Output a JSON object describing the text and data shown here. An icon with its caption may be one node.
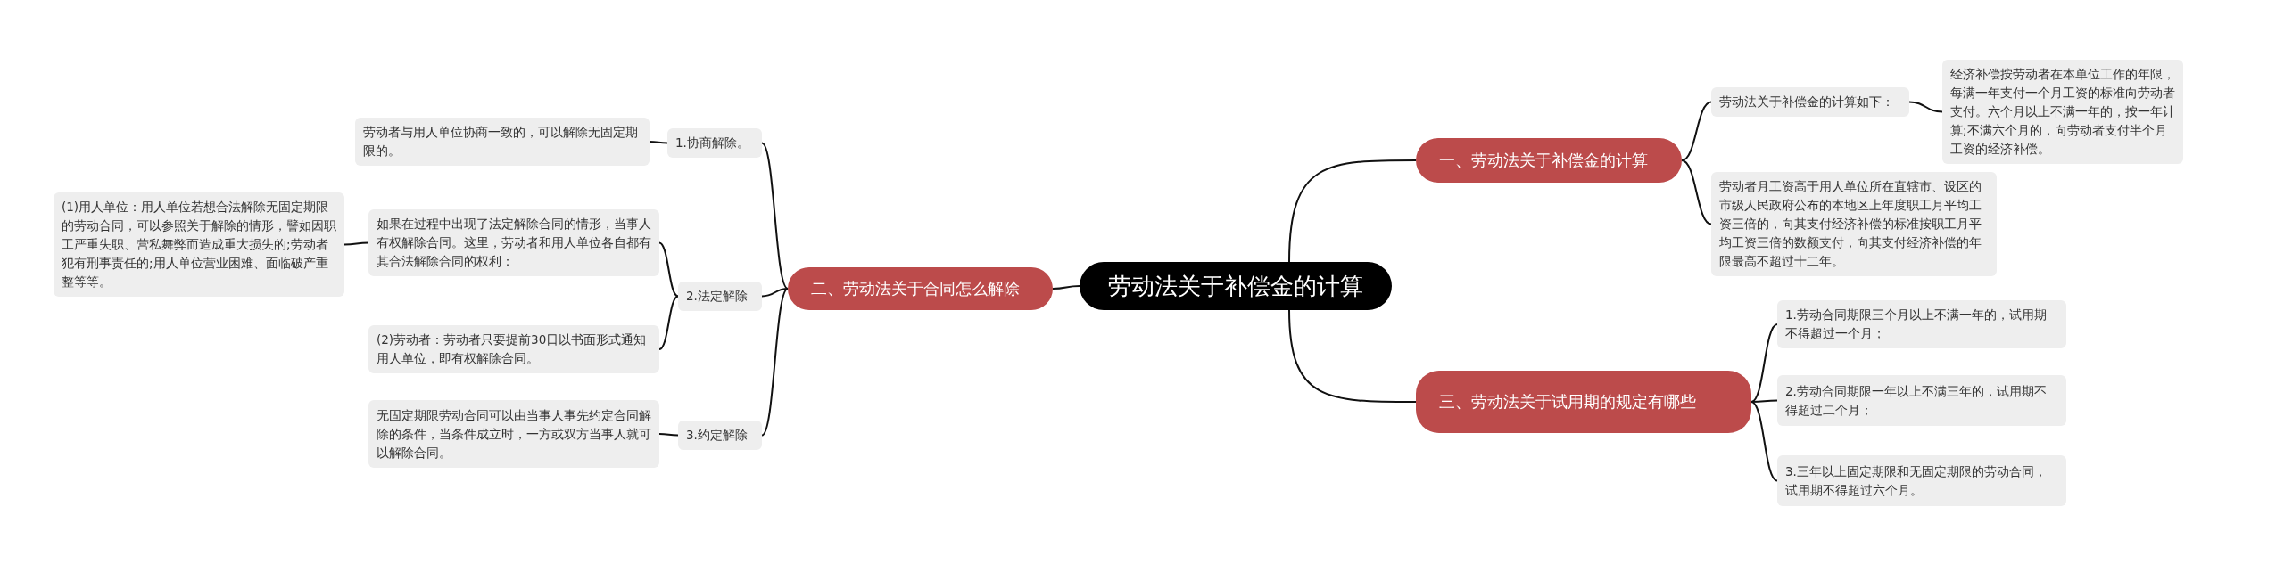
{
  "diagram": {
    "nodes": [
      {
        "text": [
          "劳动法关于补偿金的计算"
        ]
      },
      {
        "text": [
          "一、劳动法关于补偿金的计算"
        ]
      },
      {
        "text": [
          "劳动法关于补偿金的计算如下："
        ]
      },
      {
        "text": [
          "经济补偿按劳动者在本单位工作的年限，每满一年支付一个月工资的标准向劳动者支付。六个月以上不满一年的，按一年计算;不满六个月的，向劳动者支付半个月工资的经济补偿。"
        ]
      },
      {
        "text": [
          "劳动者月工资高于用人单位所在直辖市、设区的市级人民政府公布的本地区上年度职工月平均工资三倍的，向其支付经济补偿的标准按职工月平均工资三倍的数额支付，向其支付经济补偿的年限最高不超过十二年。"
        ]
      },
      {
        "text": [
          "二、劳动法关于合同怎么解除"
        ]
      },
      {
        "text": [
          "1.协商解除。"
        ]
      },
      {
        "text": [
          "劳动者与用人单位协商一致的，可以解除无固定期限的。"
        ]
      },
      {
        "text": [
          "2.法定解除"
        ]
      },
      {
        "text": [
          "如果在过程中出现了法定解除合同的情形，当事人有权解除合同。这里，劳动者和用人单位各自都有其合法解除合同的权利："
        ]
      },
      {
        "text": [
          "(1)用人单位：用人单位若想合法解除无固定期限的劳动合同，可以参照关于解除的情形，譬如因职工严重失职、营私舞弊而造成重大损失的;劳动者犯有刑事责任的;用人单位营业困难、面临破产重整等等。"
        ]
      },
      {
        "text": [
          "(2)劳动者：劳动者只要提前30日以书面形式通知用人单位，即有权解除合同。"
        ]
      },
      {
        "text": [
          "3.约定解除"
        ]
      },
      {
        "text": [
          "无固定期限劳动合同可以由当事人事先约定合同解除的条件，当条件成立时，一方或双方当事人就可以解除合同。"
        ]
      },
      {
        "text": [
          "三、劳动法关于试用期的规定有哪些"
        ]
      },
      {
        "text": [
          "1.劳动合同期限三个月以上不满一年的，试用期不得超过一个月；"
        ]
      },
      {
        "text": [
          "2.劳动合同期限一年以上不满三年的，试用期不得超过二个月；"
        ]
      },
      {
        "text": [
          "3.三年以上固定期限和无固定期限的劳动合同，试用期不得超过六个月。"
        ]
      }
    ],
    "edges": [
      {
        "from": 0,
        "to": 1,
        "arrow": "none"
      },
      {
        "from": 0,
        "to": 5,
        "arrow": "none"
      },
      {
        "from": 0,
        "to": 14,
        "arrow": "none"
      },
      {
        "from": 1,
        "to": 2,
        "arrow": "none"
      },
      {
        "from": 2,
        "to": 3,
        "arrow": "none"
      },
      {
        "from": 1,
        "to": 4,
        "arrow": "none"
      },
      {
        "from": 5,
        "to": 6,
        "arrow": "none"
      },
      {
        "from": 6,
        "to": 7,
        "arrow": "none"
      },
      {
        "from": 5,
        "to": 8,
        "arrow": "none"
      },
      {
        "from": 8,
        "to": 9,
        "arrow": "none"
      },
      {
        "from": 9,
        "to": 10,
        "arrow": "none"
      },
      {
        "from": 8,
        "to": 11,
        "arrow": "none"
      },
      {
        "from": 5,
        "to": 12,
        "arrow": "none"
      },
      {
        "from": 12,
        "to": 13,
        "arrow": "none"
      },
      {
        "from": 14,
        "to": 15,
        "arrow": "none"
      },
      {
        "from": 14,
        "to": 16,
        "arrow": "none"
      },
      {
        "from": 14,
        "to": 17,
        "arrow": "none"
      }
    ]
  }
}
